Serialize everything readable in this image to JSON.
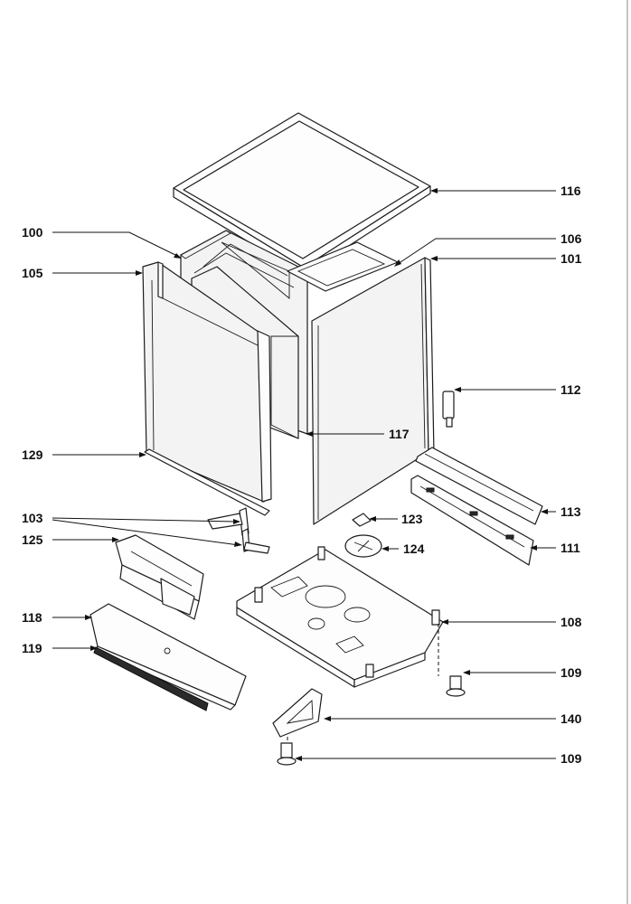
{
  "callouts": {
    "c100": "100",
    "c101": "101",
    "c103": "103",
    "c105": "105",
    "c106": "106",
    "c108": "108",
    "c109a": "109",
    "c109b": "109",
    "c111": "111",
    "c112": "112",
    "c113": "113",
    "c116": "116",
    "c117": "117",
    "c118": "118",
    "c119": "119",
    "c123": "123",
    "c124": "124",
    "c125": "125",
    "c129": "129",
    "c140": "140"
  }
}
